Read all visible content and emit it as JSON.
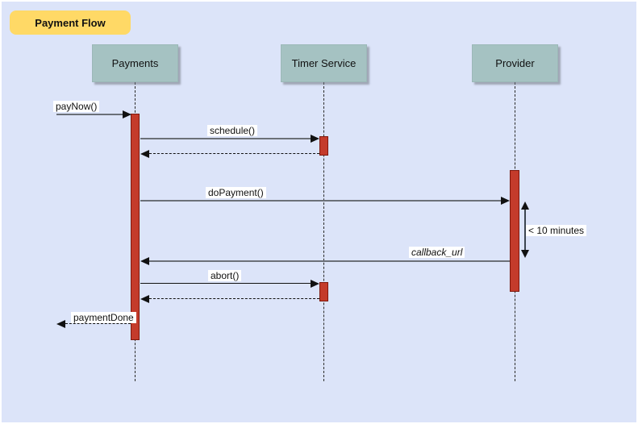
{
  "diagram": {
    "title": "Payment Flow",
    "actors": [
      {
        "name": "Payments"
      },
      {
        "name": "Timer Service"
      },
      {
        "name": "Provider"
      }
    ],
    "messages": {
      "paynow": {
        "label": "payNow()",
        "type": "sync-call"
      },
      "schedule": {
        "label": "schedule()",
        "type": "sync-call"
      },
      "dopayment": {
        "label": "doPayment()",
        "type": "sync-call"
      },
      "callback": {
        "label": "callback_url",
        "type": "async-reply"
      },
      "abort": {
        "label": "abort()",
        "type": "sync-call"
      },
      "paymentdone": {
        "label": "paymentDone",
        "type": "return"
      }
    },
    "annotations": {
      "duration_constraint": "< 10 minutes"
    },
    "colors": {
      "canvas_background": "#dce4f9",
      "title_background": "#ffd966",
      "actor_background": "#a5c2c2",
      "activation_fill": "#c43b2b",
      "activation_border": "#7f180c",
      "message_line_gray": "#6b7078",
      "text": "#111111"
    }
  }
}
